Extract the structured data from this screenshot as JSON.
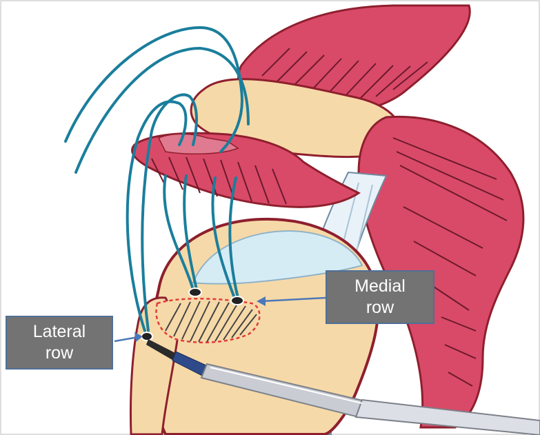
{
  "labels": {
    "lateral": {
      "line1": "Lateral",
      "line2": "row"
    },
    "medial": {
      "line1": "Medial",
      "line2": "row"
    }
  },
  "colors": {
    "suture": "#1a7e9c",
    "muscle": "#d94a68",
    "muscle_dark": "#a82b47",
    "bone": "#f6d9a8",
    "bone_outline": "#8e1f2e",
    "cartilage": "#d6ecf5",
    "tendon": "#e8f2f8",
    "label_bg": "#737373",
    "label_border": "#4f6f96",
    "arrow": "#4a78b8",
    "footprint_outline": "#e23a3a",
    "instrument": "#c9ccd3"
  },
  "icons": [
    "suture-anchor",
    "inserter-instrument",
    "arrow"
  ]
}
